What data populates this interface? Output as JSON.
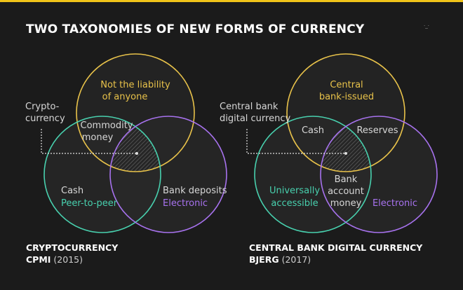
{
  "title": "TWO TAXONOMIES OF NEW FORMS OF CURRENCY",
  "colors": {
    "background": "#1b1b1b",
    "accent_bar": "#f0c419",
    "yellow": "#e8c24a",
    "teal": "#48d0ae",
    "purple": "#a772ee"
  },
  "left": {
    "yellow_label_1": "Not the liability",
    "yellow_label_2": "of anyone",
    "callout_1": "Crypto-",
    "callout_2": "currency",
    "overlap_1": "Commodity",
    "overlap_2": "money",
    "teal_label_1": "Cash",
    "teal_label_2": "Peer-to-peer",
    "purple_label_1": "Bank deposits",
    "purple_label_2": "Electronic",
    "caption_title": "CRYPTOCURRENCY",
    "caption_source": "CPMI",
    "caption_year": "(2015)"
  },
  "right": {
    "yellow_label_1": "Central",
    "yellow_label_2": "bank-issued",
    "callout_1": "Central bank",
    "callout_2": "digital currency",
    "overlap_cash": "Cash",
    "overlap_reserves": "Reserves",
    "overlap_bank_1": "Bank",
    "overlap_bank_2": "account",
    "overlap_bank_3": "money",
    "teal_label_1": "Universally",
    "teal_label_2": "accessible",
    "purple_label": "Electronic",
    "caption_title": "CENTRAL BANK DIGITAL CURRENCY",
    "caption_source": "BJERG",
    "caption_year": "(2017)"
  }
}
